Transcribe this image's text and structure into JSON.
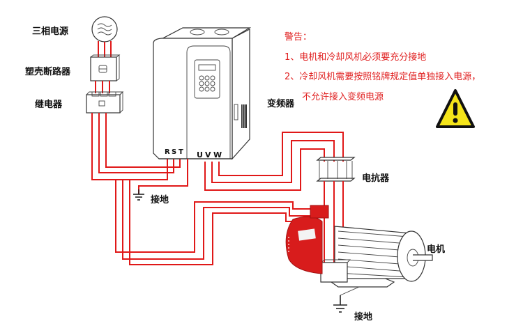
{
  "components": {
    "power_source": "三相电源",
    "breaker": "塑壳断路器",
    "relay": "继电器",
    "inverter": "变频器",
    "reactor": "电抗器",
    "motor": "电机",
    "ground_inverter": "接地",
    "ground_motor": "接地"
  },
  "terminals": {
    "input": [
      "R",
      "S",
      "T"
    ],
    "output": [
      "U",
      "V",
      "W"
    ]
  },
  "warning": {
    "title": "警告：",
    "lines": [
      "1、电机和冷却风机必须要充分接地",
      "2、冷却风机需要按照铭牌规定值单独接入电源，",
      "不允许接入变频电源"
    ],
    "icon": "warning-triangle-icon"
  },
  "colors": {
    "wire": "#e01818",
    "warning_text": "#e02020",
    "warning_fill": "#f5e51a",
    "fan_cover": "#d81c1c"
  }
}
